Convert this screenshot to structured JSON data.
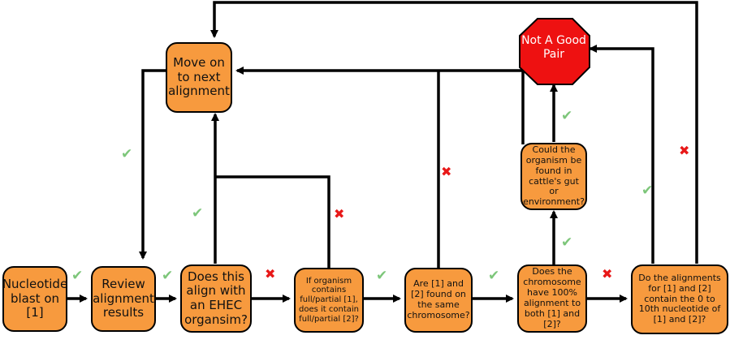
{
  "nodes": {
    "blast": "Nucleotide blast on [1]",
    "review": "Review alignment results",
    "ehec": "Does this align with an EHEC organsim?",
    "partial": "If organism contains full/partial [1], does it contain full/partial [2]?",
    "same_chrom": "Are [1] and [2] found on the same chromosome?",
    "hundred": "Does the chromosome have 100% alignment to both [1] and [2]?",
    "tenth": "Do the alignments for [1] and [2] contain the 0 to 10th nucleotide of [1] and [2]?",
    "cattle": "Could the organism be found in cattle's gut or environment?",
    "move_on": "Move on to next alignment",
    "not_pair": "Not A Good Pair"
  },
  "colors": {
    "box_fill": "#f79a3e",
    "stop_fill": "#ee1111",
    "check": "#7dc67a",
    "cross": "#e81818",
    "arrow": "#000000"
  },
  "marks": {
    "check": "✔",
    "cross": "✖"
  }
}
